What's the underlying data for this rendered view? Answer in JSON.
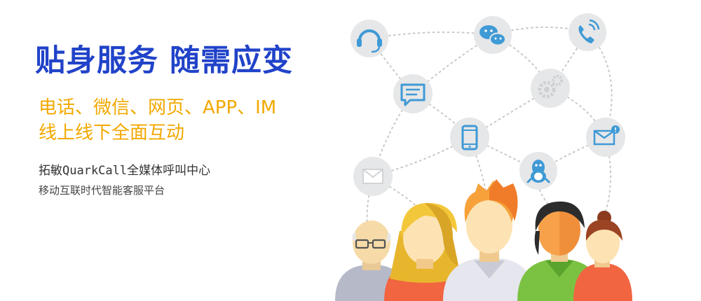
{
  "headline": "贴身服务 随需应变",
  "channels": {
    "line1": "电话、微信、网页、APP、IM",
    "line2": "线上线下全面互动"
  },
  "product": "拓敏QuarkCall全媒体呼叫中心",
  "platform": "移动互联时代智能客服平台",
  "colors": {
    "headline": "#2143c9",
    "channels": "#f2a800",
    "icon_blue": "#3f9ad6",
    "icon_bg": "#e6e7e8"
  },
  "icons": [
    "headset-icon",
    "wechat-icon",
    "phone-call-icon",
    "chat-bubble-icon",
    "settings-gears-icon",
    "email-alert-icon",
    "mobile-phone-icon",
    "qq-penguin-icon",
    "envelope-icon"
  ]
}
